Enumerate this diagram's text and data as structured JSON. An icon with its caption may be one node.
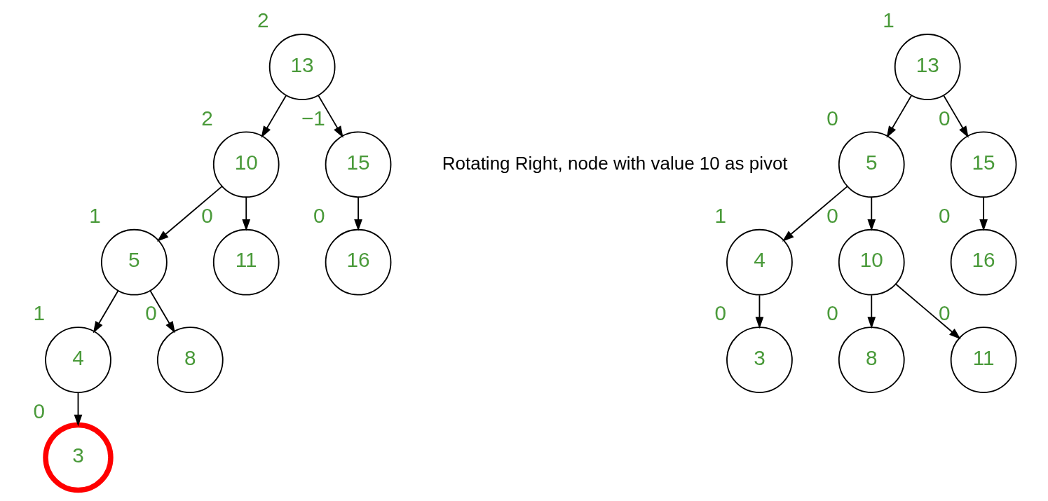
{
  "diagram": {
    "nodes": [
      {
        "text": [
          "13"
        ],
        "beside": [
          "2"
        ]
      },
      {
        "text": [
          "10"
        ],
        "beside": [
          "2"
        ]
      },
      {
        "text": [
          "15"
        ],
        "beside": [
          "−1"
        ]
      },
      {
        "text": [
          "5"
        ],
        "beside": [
          "1"
        ]
      },
      {
        "text": [
          "11"
        ],
        "beside": [
          "0"
        ]
      },
      {
        "text": [
          "16"
        ],
        "beside": [
          "0"
        ]
      },
      {
        "text": [
          "4"
        ],
        "beside": [
          "1"
        ]
      },
      {
        "text": [
          "8"
        ],
        "beside": [
          "0"
        ]
      },
      {
        "text": [
          "3"
        ],
        "beside": [
          "0"
        ]
      },
      {
        "text": [
          "13"
        ],
        "beside": [
          "1"
        ]
      },
      {
        "text": [
          "5"
        ],
        "beside": [
          "0"
        ]
      },
      {
        "text": [
          "15"
        ],
        "beside": [
          "0"
        ]
      },
      {
        "text": [
          "4"
        ],
        "beside": [
          "1"
        ]
      },
      {
        "text": [
          "10"
        ],
        "beside": [
          "0"
        ]
      },
      {
        "text": [
          "16"
        ],
        "beside": [
          "0"
        ]
      },
      {
        "text": [
          "3"
        ],
        "beside": [
          "0"
        ]
      },
      {
        "text": [
          "8"
        ],
        "beside": [
          "0"
        ]
      },
      {
        "text": [
          "11"
        ],
        "beside": [
          "0"
        ]
      }
    ],
    "edges": [
      {
        "from": 0,
        "to": 1,
        "arrow": "to"
      },
      {
        "from": 0,
        "to": 2,
        "arrow": "to"
      },
      {
        "from": 1,
        "to": 3,
        "arrow": "to"
      },
      {
        "from": 1,
        "to": 4,
        "arrow": "to"
      },
      {
        "from": 2,
        "to": 5,
        "arrow": "to"
      },
      {
        "from": 3,
        "to": 6,
        "arrow": "to"
      },
      {
        "from": 3,
        "to": 7,
        "arrow": "to"
      },
      {
        "from": 6,
        "to": 8,
        "arrow": "to"
      },
      {
        "from": 9,
        "to": 10,
        "arrow": "to"
      },
      {
        "from": 9,
        "to": 11,
        "arrow": "to"
      },
      {
        "from": 10,
        "to": 12,
        "arrow": "to"
      },
      {
        "from": 10,
        "to": 13,
        "arrow": "to"
      },
      {
        "from": 11,
        "to": 14,
        "arrow": "to"
      },
      {
        "from": 12,
        "to": 15,
        "arrow": "to"
      },
      {
        "from": 13,
        "to": 16,
        "arrow": "to"
      },
      {
        "from": 13,
        "to": 17,
        "arrow": "to"
      }
    ],
    "labels": [
      "Rotating Right, node with value 10 as pivot"
    ]
  }
}
